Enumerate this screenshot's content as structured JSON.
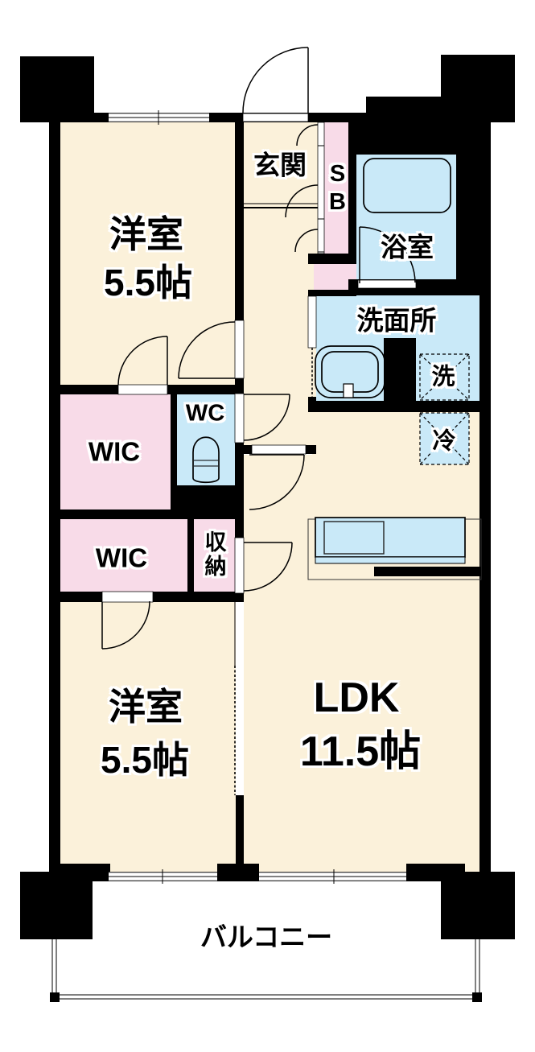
{
  "plan": {
    "rooms": {
      "bedroom_top": {
        "name": "洋室",
        "size": "5.5帖"
      },
      "bedroom_bottom": {
        "name": "洋室",
        "size": "5.5帖"
      },
      "ldk": {
        "name": "LDK",
        "size": "11.5帖"
      },
      "entrance": {
        "label": "玄関"
      },
      "shoe_box": {
        "label": "SB"
      },
      "bathroom": {
        "label": "浴室"
      },
      "washroom": {
        "label": "洗面所"
      },
      "wc": {
        "label": "WC"
      },
      "wic_upper": {
        "label": "WIC"
      },
      "wic_lower": {
        "label": "WIC"
      },
      "storage": {
        "label": "収納"
      },
      "balcony": {
        "label": "バルコニー"
      }
    },
    "fixtures": {
      "washer_space": {
        "label": "洗"
      },
      "fridge_space": {
        "label": "冷"
      }
    },
    "colors": {
      "room_floor": "#FBF1DA",
      "closet_pink": "#F8DBE8",
      "wet_area_blue": "#C9E9F8",
      "wall_black": "#000000",
      "background": "#FFFFFF"
    }
  }
}
